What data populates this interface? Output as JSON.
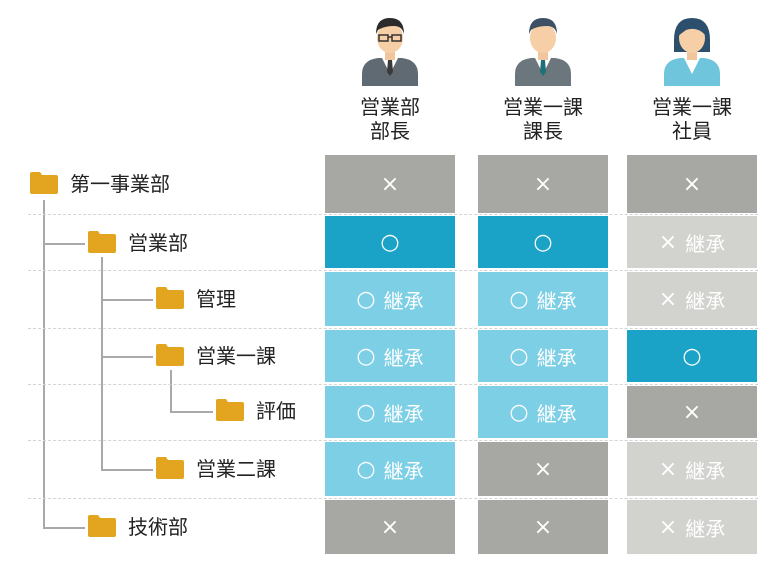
{
  "columns": [
    {
      "line1": "営業部",
      "line2": "部長",
      "avatar": "man-with-glasses-avatar"
    },
    {
      "line1": "営業一課",
      "line2": "課長",
      "avatar": "man-with-tie-avatar"
    },
    {
      "line1": "営業一課",
      "line2": "社員",
      "avatar": "woman-avatar"
    }
  ],
  "rows": [
    {
      "label": "第一事業部",
      "cells": [
        {
          "state": "deny-direct",
          "symbol": "×",
          "text": ""
        },
        {
          "state": "deny-direct",
          "symbol": "×",
          "text": ""
        },
        {
          "state": "deny-direct",
          "symbol": "×",
          "text": ""
        }
      ]
    },
    {
      "label": "営業部",
      "cells": [
        {
          "state": "allow-direct",
          "symbol": "○",
          "text": ""
        },
        {
          "state": "allow-direct",
          "symbol": "○",
          "text": ""
        },
        {
          "state": "deny-inherit",
          "symbol": "×",
          "text": "継承"
        }
      ]
    },
    {
      "label": "管理",
      "cells": [
        {
          "state": "allow-inherit",
          "symbol": "○",
          "text": "継承"
        },
        {
          "state": "allow-inherit",
          "symbol": "○",
          "text": "継承"
        },
        {
          "state": "deny-inherit",
          "symbol": "×",
          "text": "継承"
        }
      ]
    },
    {
      "label": "営業一課",
      "cells": [
        {
          "state": "allow-inherit",
          "symbol": "○",
          "text": "継承"
        },
        {
          "state": "allow-inherit",
          "symbol": "○",
          "text": "継承"
        },
        {
          "state": "allow-direct",
          "symbol": "○",
          "text": ""
        }
      ]
    },
    {
      "label": "評価",
      "cells": [
        {
          "state": "allow-inherit",
          "symbol": "○",
          "text": "継承"
        },
        {
          "state": "allow-inherit",
          "symbol": "○",
          "text": "継承"
        },
        {
          "state": "deny-direct",
          "symbol": "×",
          "text": ""
        }
      ]
    },
    {
      "label": "営業二課",
      "cells": [
        {
          "state": "allow-inherit",
          "symbol": "○",
          "text": "継承"
        },
        {
          "state": "deny-direct",
          "symbol": "×",
          "text": ""
        },
        {
          "state": "deny-inherit",
          "symbol": "×",
          "text": "継承"
        }
      ]
    },
    {
      "label": "技術部",
      "cells": [
        {
          "state": "deny-direct",
          "symbol": "×",
          "text": ""
        },
        {
          "state": "deny-direct",
          "symbol": "×",
          "text": ""
        },
        {
          "state": "deny-inherit",
          "symbol": "×",
          "text": "継承"
        }
      ]
    }
  ],
  "colors": {
    "allow-direct": "#1aa3c6",
    "allow-inherit": "#7dcfe6",
    "deny-direct": "#a7a7a3",
    "deny-inherit": "#d2d2ce",
    "folder": "#e3a51f",
    "tree_line": "#a9a9a9"
  }
}
